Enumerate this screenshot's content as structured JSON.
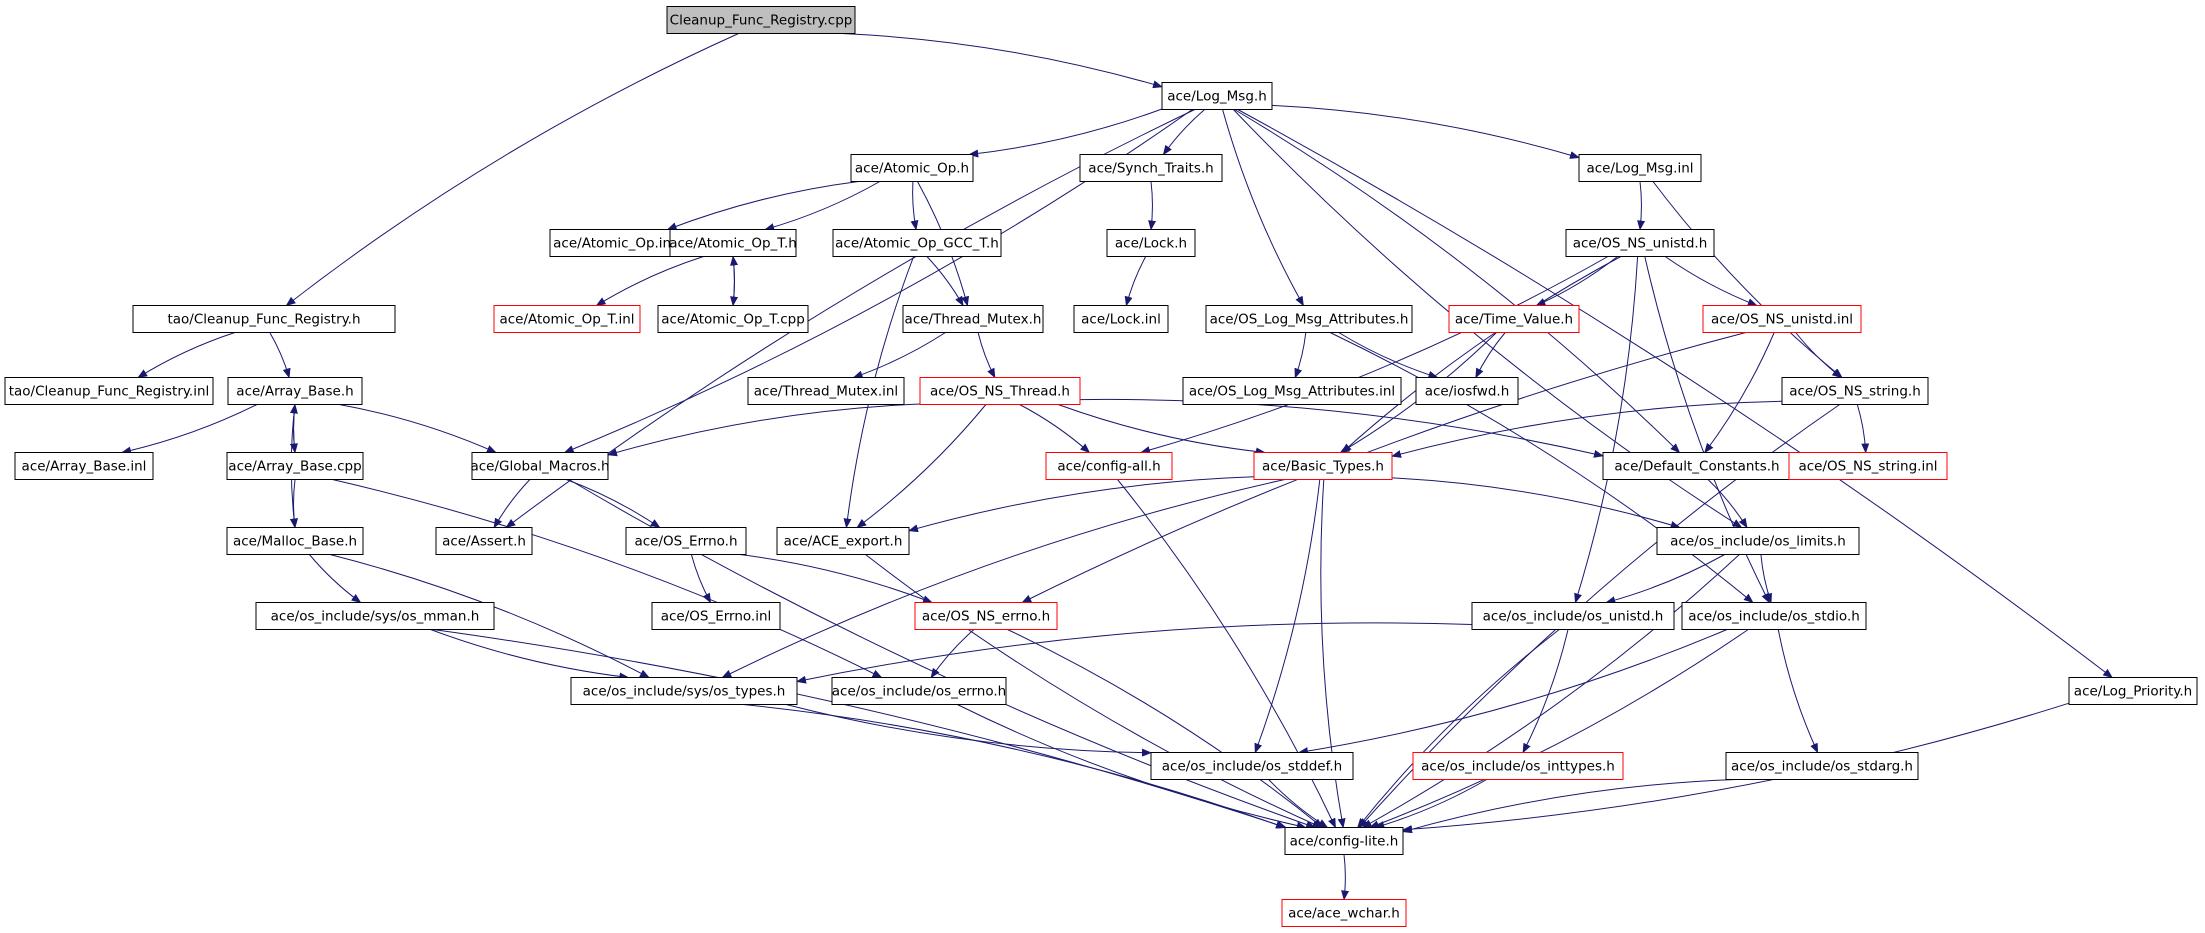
{
  "diagram": {
    "root": "Cleanup_Func_Registry.cpp",
    "colors": {
      "edge": "#191970",
      "default_border": "#000000",
      "incomplete_border": "#ff0000",
      "root_fill": "#bfbfbf"
    },
    "nodes": [
      {
        "id": "root",
        "label": "Cleanup_Func_Registry.cpp",
        "kind": "root"
      },
      {
        "id": "logmsg",
        "label": "ace/Log_Msg.h",
        "kind": "normal"
      },
      {
        "id": "tao_cfr",
        "label": "tao/Cleanup_Func_Registry.h",
        "kind": "normal"
      },
      {
        "id": "tao_cfr_inl",
        "label": "tao/Cleanup_Func_Registry.inl",
        "kind": "normal"
      },
      {
        "id": "atomic_op",
        "label": "ace/Atomic_Op.h",
        "kind": "normal"
      },
      {
        "id": "synch_traits",
        "label": "ace/Synch_Traits.h",
        "kind": "normal"
      },
      {
        "id": "logmsg_inl",
        "label": "ace/Log_Msg.inl",
        "kind": "normal"
      },
      {
        "id": "atomic_op_inl",
        "label": "ace/Atomic_Op.inl",
        "kind": "normal"
      },
      {
        "id": "atomic_op_t",
        "label": "ace/Atomic_Op_T.h",
        "kind": "normal"
      },
      {
        "id": "atomic_gcc",
        "label": "ace/Atomic_Op_GCC_T.h",
        "kind": "normal"
      },
      {
        "id": "lock_h",
        "label": "ace/Lock.h",
        "kind": "normal"
      },
      {
        "id": "os_ns_unistd",
        "label": "ace/OS_NS_unistd.h",
        "kind": "normal"
      },
      {
        "id": "atomic_op_t_inl",
        "label": "ace/Atomic_Op_T.inl",
        "kind": "incomplete"
      },
      {
        "id": "atomic_op_t_cpp",
        "label": "ace/Atomic_Op_T.cpp",
        "kind": "normal"
      },
      {
        "id": "thread_mutex",
        "label": "ace/Thread_Mutex.h",
        "kind": "normal"
      },
      {
        "id": "lock_inl",
        "label": "ace/Lock.inl",
        "kind": "normal"
      },
      {
        "id": "os_log_attr",
        "label": "ace/OS_Log_Msg_Attributes.h",
        "kind": "normal"
      },
      {
        "id": "time_value",
        "label": "ace/Time_Value.h",
        "kind": "incomplete"
      },
      {
        "id": "os_ns_unistd_inl",
        "label": "ace/OS_NS_unistd.inl",
        "kind": "incomplete"
      },
      {
        "id": "array_base",
        "label": "ace/Array_Base.h",
        "kind": "normal"
      },
      {
        "id": "thread_mutex_inl",
        "label": "ace/Thread_Mutex.inl",
        "kind": "normal"
      },
      {
        "id": "os_ns_thread",
        "label": "ace/OS_NS_Thread.h",
        "kind": "incomplete"
      },
      {
        "id": "os_log_attr_inl",
        "label": "ace/OS_Log_Msg_Attributes.inl",
        "kind": "normal"
      },
      {
        "id": "iosfwd",
        "label": "ace/iosfwd.h",
        "kind": "normal"
      },
      {
        "id": "os_ns_string",
        "label": "ace/OS_NS_string.h",
        "kind": "normal"
      },
      {
        "id": "array_base_inl",
        "label": "ace/Array_Base.inl",
        "kind": "normal"
      },
      {
        "id": "array_base_cpp",
        "label": "ace/Array_Base.cpp",
        "kind": "normal"
      },
      {
        "id": "global_macros",
        "label": "ace/Global_Macros.h",
        "kind": "normal"
      },
      {
        "id": "config_all",
        "label": "ace/config-all.h",
        "kind": "incomplete"
      },
      {
        "id": "basic_types",
        "label": "ace/Basic_Types.h",
        "kind": "incomplete"
      },
      {
        "id": "default_constants",
        "label": "ace/Default_Constants.h",
        "kind": "normal"
      },
      {
        "id": "os_ns_string_inl",
        "label": "ace/OS_NS_string.inl",
        "kind": "incomplete"
      },
      {
        "id": "malloc_base",
        "label": "ace/Malloc_Base.h",
        "kind": "normal"
      },
      {
        "id": "assert_h",
        "label": "ace/Assert.h",
        "kind": "normal"
      },
      {
        "id": "os_errno",
        "label": "ace/OS_Errno.h",
        "kind": "normal"
      },
      {
        "id": "ace_export",
        "label": "ace/ACE_export.h",
        "kind": "normal"
      },
      {
        "id": "os_limits",
        "label": "ace/os_include/os_limits.h",
        "kind": "normal"
      },
      {
        "id": "os_mman",
        "label": "ace/os_include/sys/os_mman.h",
        "kind": "normal"
      },
      {
        "id": "os_errno_inl",
        "label": "ace/OS_Errno.inl",
        "kind": "normal"
      },
      {
        "id": "os_ns_errno",
        "label": "ace/OS_NS_errno.h",
        "kind": "incomplete"
      },
      {
        "id": "os_unistd",
        "label": "ace/os_include/os_unistd.h",
        "kind": "normal"
      },
      {
        "id": "os_stdio",
        "label": "ace/os_include/os_stdio.h",
        "kind": "normal"
      },
      {
        "id": "os_types",
        "label": "ace/os_include/sys/os_types.h",
        "kind": "normal"
      },
      {
        "id": "os_errno_h",
        "label": "ace/os_include/os_errno.h",
        "kind": "normal"
      },
      {
        "id": "log_priority",
        "label": "ace/Log_Priority.h",
        "kind": "normal"
      },
      {
        "id": "os_stddef",
        "label": "ace/os_include/os_stddef.h",
        "kind": "normal"
      },
      {
        "id": "os_inttypes",
        "label": "ace/os_include/os_inttypes.h",
        "kind": "incomplete"
      },
      {
        "id": "os_stdarg",
        "label": "ace/os_include/os_stdarg.h",
        "kind": "normal"
      },
      {
        "id": "config_lite",
        "label": "ace/config-lite.h",
        "kind": "normal"
      },
      {
        "id": "ace_wchar",
        "label": "ace/ace_wchar.h",
        "kind": "incomplete"
      }
    ],
    "edges": [
      [
        "root",
        "logmsg"
      ],
      [
        "root",
        "tao_cfr"
      ],
      [
        "logmsg",
        "atomic_op"
      ],
      [
        "logmsg",
        "synch_traits"
      ],
      [
        "logmsg",
        "logmsg_inl"
      ],
      [
        "logmsg",
        "os_log_attr"
      ],
      [
        "logmsg",
        "global_macros"
      ],
      [
        "logmsg",
        "assert_h"
      ],
      [
        "logmsg",
        "default_constants"
      ],
      [
        "logmsg",
        "os_limits"
      ],
      [
        "logmsg",
        "log_priority"
      ],
      [
        "tao_cfr",
        "tao_cfr_inl"
      ],
      [
        "tao_cfr",
        "array_base"
      ],
      [
        "atomic_op",
        "atomic_op_inl"
      ],
      [
        "atomic_op",
        "atomic_op_t"
      ],
      [
        "atomic_op",
        "atomic_gcc"
      ],
      [
        "atomic_op",
        "thread_mutex"
      ],
      [
        "atomic_op_t",
        "atomic_op_t_inl"
      ],
      [
        "atomic_op_t",
        "atomic_op_t_cpp"
      ],
      [
        "atomic_op_t_cpp",
        "atomic_op_t"
      ],
      [
        "atomic_gcc",
        "thread_mutex"
      ],
      [
        "atomic_gcc",
        "ace_export"
      ],
      [
        "synch_traits",
        "lock_h"
      ],
      [
        "lock_h",
        "lock_inl"
      ],
      [
        "logmsg_inl",
        "os_ns_unistd"
      ],
      [
        "logmsg_inl",
        "os_ns_string"
      ],
      [
        "os_ns_unistd",
        "time_value"
      ],
      [
        "os_ns_unistd",
        "os_ns_unistd_inl"
      ],
      [
        "os_ns_unistd",
        "config_all"
      ],
      [
        "os_ns_unistd",
        "basic_types"
      ],
      [
        "os_ns_unistd",
        "os_unistd"
      ],
      [
        "os_ns_unistd",
        "os_stdio"
      ],
      [
        "os_log_attr",
        "os_log_attr_inl"
      ],
      [
        "os_log_attr",
        "iosfwd"
      ],
      [
        "os_log_attr",
        "os_stdio"
      ],
      [
        "time_value",
        "iosfwd"
      ],
      [
        "time_value",
        "basic_types"
      ],
      [
        "os_ns_unistd_inl",
        "os_ns_string"
      ],
      [
        "os_ns_unistd_inl",
        "default_constants"
      ],
      [
        "os_ns_unistd_inl",
        "os_ns_errno"
      ],
      [
        "thread_mutex",
        "thread_mutex_inl"
      ],
      [
        "thread_mutex",
        "os_ns_thread"
      ],
      [
        "os_ns_thread",
        "config_all"
      ],
      [
        "os_ns_thread",
        "basic_types"
      ],
      [
        "os_ns_thread",
        "default_constants"
      ],
      [
        "os_ns_thread",
        "global_macros"
      ],
      [
        "os_ns_thread",
        "ace_export"
      ],
      [
        "os_ns_string",
        "basic_types"
      ],
      [
        "os_ns_string",
        "os_ns_string_inl"
      ],
      [
        "os_ns_string",
        "config_lite"
      ],
      [
        "array_base",
        "array_base_inl"
      ],
      [
        "array_base",
        "array_base_cpp"
      ],
      [
        "array_base",
        "global_macros"
      ],
      [
        "array_base",
        "malloc_base"
      ],
      [
        "array_base_cpp",
        "array_base"
      ],
      [
        "array_base_cpp",
        "malloc_base"
      ],
      [
        "array_base_cpp",
        "os_errno_h"
      ],
      [
        "global_macros",
        "assert_h"
      ],
      [
        "global_macros",
        "os_errno"
      ],
      [
        "global_macros",
        "config_lite"
      ],
      [
        "config_all",
        "config_lite"
      ],
      [
        "basic_types",
        "ace_export"
      ],
      [
        "basic_types",
        "os_limits"
      ],
      [
        "basic_types",
        "os_types"
      ],
      [
        "basic_types",
        "os_stddef"
      ],
      [
        "basic_types",
        "config_lite"
      ],
      [
        "default_constants",
        "os_limits"
      ],
      [
        "malloc_base",
        "os_mman"
      ],
      [
        "malloc_base",
        "os_types"
      ],
      [
        "os_errno",
        "os_errno_inl"
      ],
      [
        "os_errno",
        "os_ns_errno"
      ],
      [
        "ace_export",
        "config_lite"
      ],
      [
        "os_limits",
        "os_unistd"
      ],
      [
        "os_limits",
        "os_stdio"
      ],
      [
        "os_limits",
        "config_lite"
      ],
      [
        "os_mman",
        "os_types"
      ],
      [
        "os_mman",
        "config_lite"
      ],
      [
        "os_ns_errno",
        "os_errno_h"
      ],
      [
        "os_ns_errno",
        "config_lite"
      ],
      [
        "os_unistd",
        "os_types"
      ],
      [
        "os_unistd",
        "os_inttypes"
      ],
      [
        "os_unistd",
        "config_lite"
      ],
      [
        "os_stdio",
        "os_stddef"
      ],
      [
        "os_stdio",
        "os_stdarg"
      ],
      [
        "os_stdio",
        "config_lite"
      ],
      [
        "os_types",
        "os_stddef"
      ],
      [
        "os_types",
        "config_lite"
      ],
      [
        "os_errno_h",
        "config_lite"
      ],
      [
        "log_priority",
        "config_lite"
      ],
      [
        "os_stddef",
        "config_lite"
      ],
      [
        "os_inttypes",
        "config_lite"
      ],
      [
        "os_stdarg",
        "config_lite"
      ],
      [
        "config_lite",
        "ace_wchar"
      ]
    ]
  }
}
